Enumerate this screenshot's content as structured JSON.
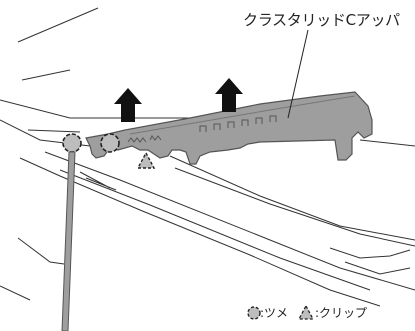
{
  "part_label": "クラスタリッドCアッパ",
  "legend": {
    "claw_symbol": "claw-symbol-icon",
    "claw_label": ":ツメ",
    "clip_symbol": "clip-symbol-icon",
    "clip_label": ":クリップ"
  },
  "colors": {
    "part_fill": "#9e9e9e",
    "part_edge": "#555555",
    "arrow": "#111111",
    "line": "#333333"
  }
}
